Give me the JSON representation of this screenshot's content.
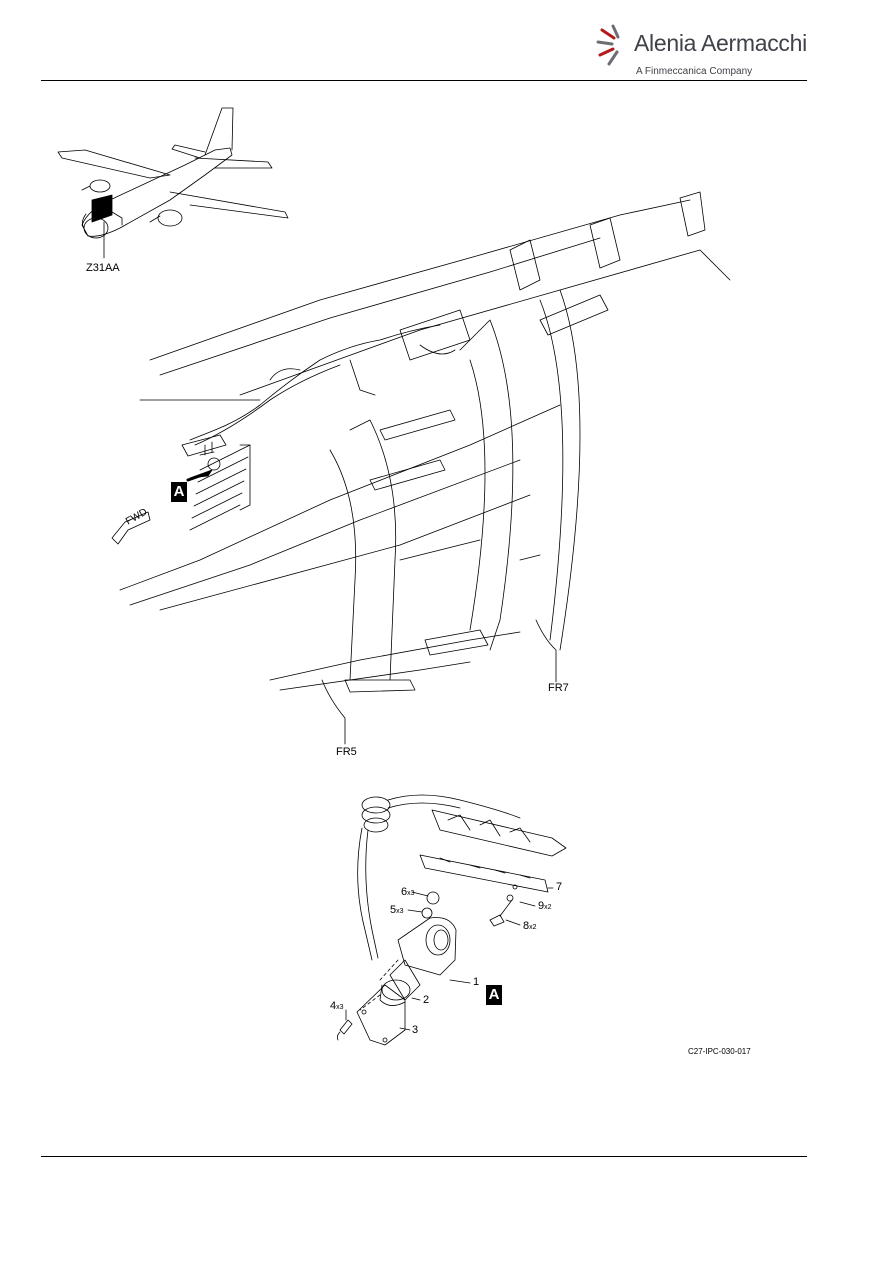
{
  "header": {
    "company_name": "Alenia Aermacchi",
    "company_tagline": "A Finmeccanica Company",
    "logo_color": "#b31b1b"
  },
  "figure": {
    "zone_label": "Z31AA",
    "view_label": "A",
    "forward_label": "FWD",
    "frames": [
      "FR7",
      "FR5"
    ],
    "detail_items": [
      {
        "num": "6",
        "qty": "x3"
      },
      {
        "num": "5",
        "qty": "x3"
      },
      {
        "num": "7",
        "qty": ""
      },
      {
        "num": "9",
        "qty": "x2"
      },
      {
        "num": "8",
        "qty": "x2"
      },
      {
        "num": "1",
        "qty": ""
      },
      {
        "num": "2",
        "qty": ""
      },
      {
        "num": "4",
        "qty": "x3"
      },
      {
        "num": "3",
        "qty": ""
      }
    ],
    "figure_reference": "C27-IPC-030-017"
  }
}
